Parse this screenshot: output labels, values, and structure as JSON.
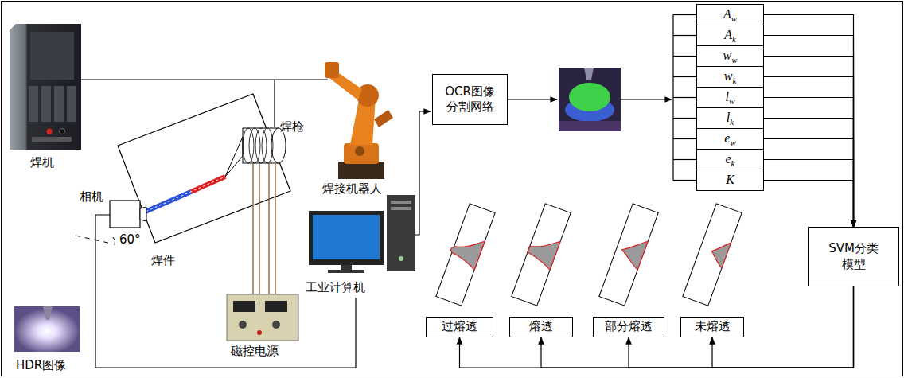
{
  "diagram": {
    "nodes": [
      {
        "text": [
          "OCR图像 分割网络"
        ]
      },
      {
        "text": [
          "A",
          "w"
        ]
      },
      {
        "text": [
          "A",
          "k"
        ]
      },
      {
        "text": [
          "w",
          "w"
        ]
      },
      {
        "text": [
          "w",
          "k"
        ]
      },
      {
        "text": [
          "l",
          "w"
        ]
      },
      {
        "text": [
          "l",
          "k"
        ]
      },
      {
        "text": [
          "e",
          "w"
        ]
      },
      {
        "text": [
          "e",
          "k"
        ]
      },
      {
        "text": [
          "K"
        ]
      },
      {
        "text": [
          "SVM分类 模型"
        ]
      },
      {
        "text": [
          "过熔透"
        ]
      },
      {
        "text": [
          "熔透"
        ]
      },
      {
        "text": [
          "部分熔透"
        ]
      },
      {
        "text": [
          "未熔透"
        ]
      }
    ],
    "edges": [
      {
        "from": 1,
        "to": 10,
        "arrow": "to"
      },
      {
        "from": 2,
        "to": 10,
        "arrow": "to"
      },
      {
        "from": 3,
        "to": 10,
        "arrow": "to"
      },
      {
        "from": 4,
        "to": 10,
        "arrow": "to"
      },
      {
        "from": 5,
        "to": 10,
        "arrow": "to"
      },
      {
        "from": 6,
        "to": 10,
        "arrow": "to"
      },
      {
        "from": 7,
        "to": 10,
        "arrow": "to"
      },
      {
        "from": 8,
        "to": 10,
        "arrow": "to"
      },
      {
        "from": 9,
        "to": 10,
        "arrow": "to"
      },
      {
        "from": 10,
        "to": 11,
        "arrow": "to"
      },
      {
        "from": 10,
        "to": 12,
        "arrow": "to"
      },
      {
        "from": 10,
        "to": 13,
        "arrow": "to"
      },
      {
        "from": 10,
        "to": 14,
        "arrow": "to"
      }
    ],
    "labels": [
      "焊机",
      "焊接机器人",
      "焊枪",
      "相机",
      "60°",
      "焊件",
      "工业计算机",
      "HDR图像",
      "磁控电源"
    ]
  }
}
